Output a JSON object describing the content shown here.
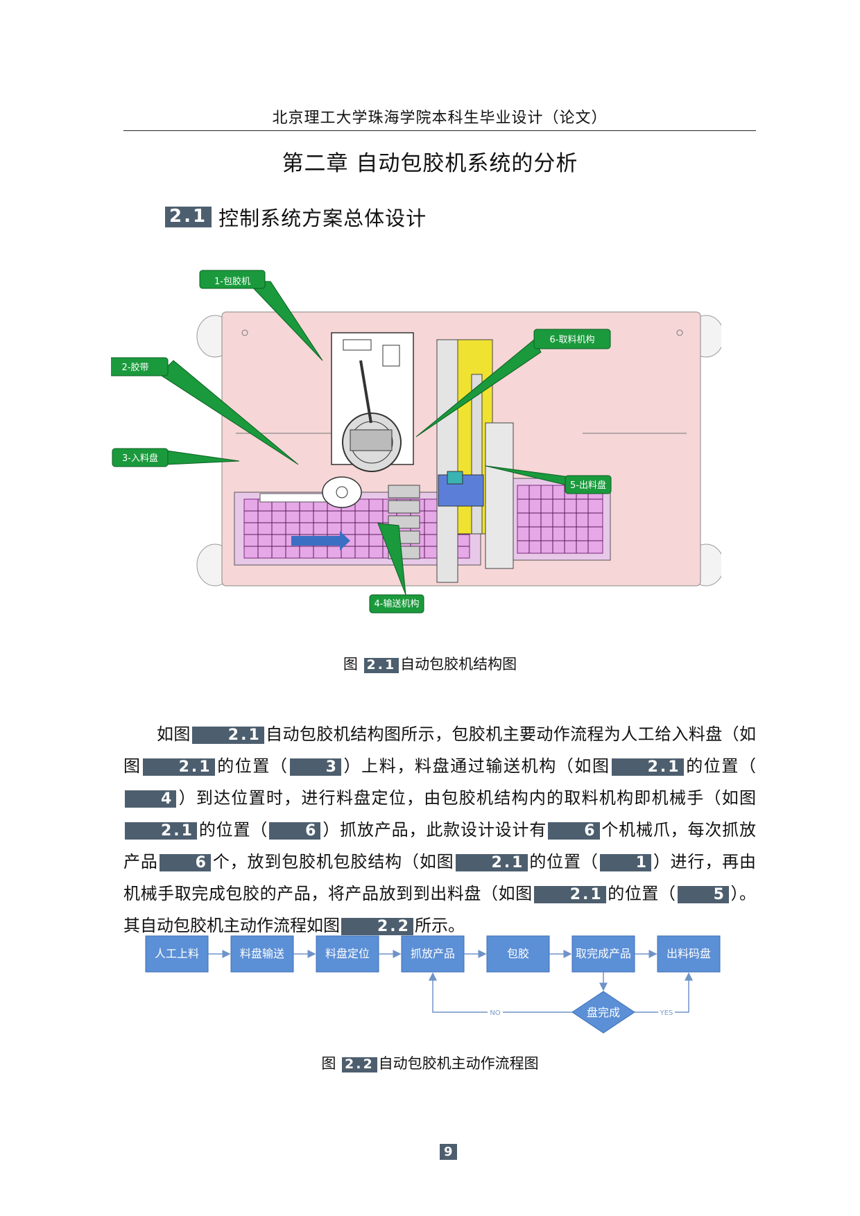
{
  "header": {
    "title": "北京理工大学珠海学院本科生毕业设计（论文）"
  },
  "chapter": {
    "title": "第二章  自动包胶机系统的分析"
  },
  "section": {
    "number": "2.1",
    "title": "控制系统方案总体设计"
  },
  "figure1": {
    "callouts": [
      "1-包胶机",
      "2-胶带",
      "3-入料盘",
      "4-输送机构",
      "5-出料盘",
      "6-取料机构"
    ],
    "caption_prefix": "图",
    "caption_number": "2.1",
    "caption_text": "自动包胶机结构图"
  },
  "paragraph": {
    "t01": "如图",
    "r01": "2.1",
    "t02": "自动包胶机结构图所示，包胶机主要动作流程为人工给入料盘（如图",
    "r02": "2.1",
    "t03": "的位置（",
    "r03": "3",
    "t04": "）上料，料盘通过输送机构（如图",
    "r04": "2.1",
    "t05": "的位置（",
    "r05": "4",
    "t06": "）到达位置时，进行料盘定位，由包胶机结构内的取料机构即机械手（如图",
    "r06": "2.1",
    "t07": "的位置（",
    "r07": "6",
    "t08": "）抓放产品，此款设计设计有",
    "r08": "6",
    "t09": "个机械爪，每次抓放产品",
    "r09": "6",
    "t10": "个，放到包胶机包胶结构（如图",
    "r10": "2.1",
    "t11": "的位置（",
    "r11": "1",
    "t12": "）进行，再由机械手取完成包胶的产品，将产品放到到出料盘（如图",
    "r12": "2.1",
    "t13": "的位置（",
    "r13": "5",
    "t14": "）。其自动包胶机主动作流程如图",
    "r14": "2.2",
    "t15": "所示。"
  },
  "figure2": {
    "steps": [
      "人工上料",
      "料盘输送",
      "料盘定位",
      "抓放产品",
      "包胶",
      "取完成产品",
      "出料码盘"
    ],
    "decision": "盘完成",
    "no_label": "NO",
    "yes_label": "YES",
    "caption_prefix": "图",
    "caption_number": "2.2",
    "caption_text": "自动包胶机主动作流程图"
  },
  "page": {
    "number": "9"
  },
  "colors": {
    "mark_bg": "#4d5e6e",
    "flow_box": "#5b8fd6",
    "callout_green": "#1a9a3c",
    "frame_pink": "#f6d6d6"
  }
}
